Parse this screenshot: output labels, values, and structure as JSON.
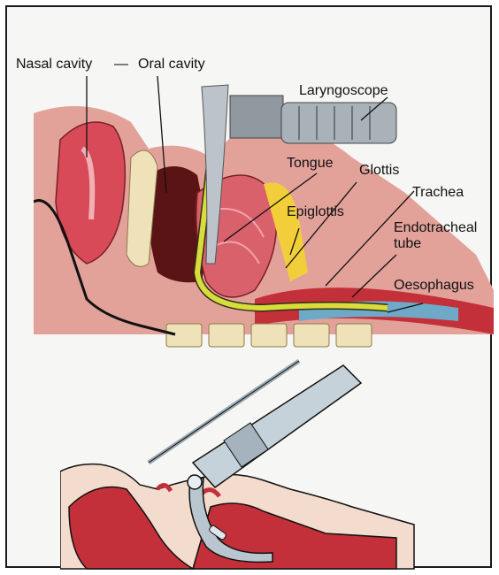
{
  "labels": {
    "nasal_cavity": "Nasal cavity",
    "dash": "—",
    "oral_cavity": "Oral cavity",
    "laryngoscope": "Laryngoscope",
    "tongue": "Tongue",
    "glottis": "Glottis",
    "trachea": "Trachea",
    "epiglottis": "Epiglottis",
    "endotracheal_line1": "Endotracheal",
    "endotracheal_line2": "tube",
    "oesophagus": "Oesophagus"
  },
  "colors": {
    "tissue_red": "#c4303a",
    "mucosa_pink": "#e79aa3",
    "bone": "#efe1b8",
    "tube_yellow": "#d9dc3a",
    "metal": "#9fa6ae",
    "skin": "#f3dccd",
    "outline": "#1a1a1a"
  }
}
